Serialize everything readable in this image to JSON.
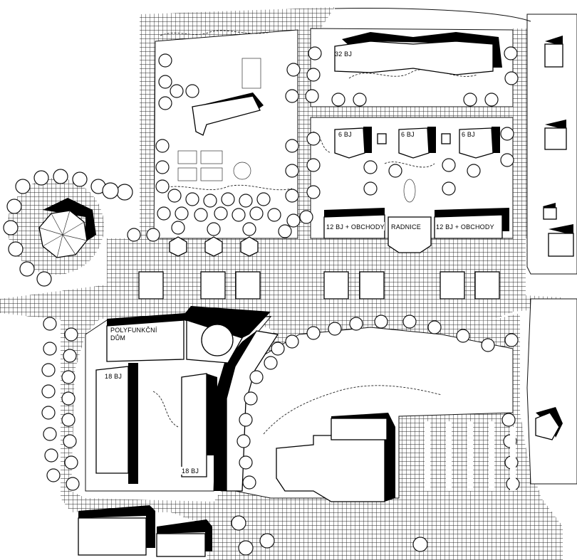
{
  "plan": {
    "colors": {
      "paper": "#ffffff",
      "ink": "#000000",
      "paving": "#222222"
    },
    "labels": {
      "b32": "32 BJ",
      "b6a": "6 BJ",
      "b6b": "6 BJ",
      "b6c": "6 BJ",
      "b12a": "12 BJ + OBCHODY",
      "radnice": "RADNICE",
      "b12b": "12 BJ + OBCHODY",
      "poly1": "POLYFUNKČNÍ",
      "poly2": "DŮM",
      "b18a": "18 BJ",
      "b18b": "18 BJ"
    },
    "icons": [
      "tree-icon",
      "building-icon",
      "gazebo-icon",
      "fountain-icon"
    ]
  }
}
